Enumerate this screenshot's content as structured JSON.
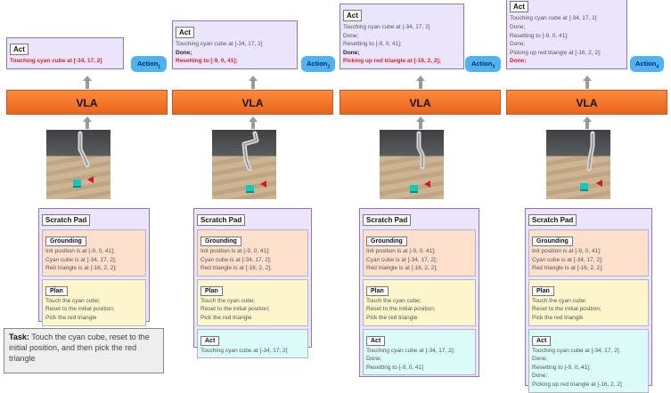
{
  "vla_label": "VLA",
  "scratch_pad_label": "Scratch Pad",
  "act_label": "Act",
  "grounding_label": "Grounding",
  "plan_label": "Plan",
  "task": {
    "label": "Task:",
    "text": "Touch the cyan cube, reset to the initial position, and then pick the red triangle"
  },
  "grounding_lines": [
    "Init position is at [-9, 0, 41];",
    "Cyan cube is at [-34, 17, 2];",
    "Red triangle is at [-16, 2, 2];"
  ],
  "plan_lines": [
    "Touch the cyan cube;",
    "Reset to the initial position;",
    "Pick the red triangle"
  ],
  "steps": [
    {
      "action_label": "Action",
      "action_index": "1",
      "act_lines": [
        {
          "text": "Touching cyan cube at [-34, 17, 2]",
          "style": "hl"
        }
      ],
      "pad_act_lines": []
    },
    {
      "action_label": "Action",
      "action_index": "2",
      "act_lines": [
        {
          "text": "Touching cyan cube at [-34, 17, 2]",
          "style": "normal"
        },
        {
          "text": "Done;",
          "style": "dn"
        },
        {
          "text": "Resetting to [-9, 0, 41];",
          "style": "hl"
        }
      ],
      "pad_act_lines": [
        "Touching cyan cube at [-34, 17, 2]"
      ]
    },
    {
      "action_label": "Action",
      "action_index": "3",
      "act_lines": [
        {
          "text": "Touching cyan cube at [-34, 17, 2]",
          "style": "normal"
        },
        {
          "text": "Done;",
          "style": "normal"
        },
        {
          "text": "Resetting to [-9, 0, 41];",
          "style": "normal"
        },
        {
          "text": "Done;",
          "style": "dn"
        },
        {
          "text": "Picking up red triangle at [-16, 2, 2];",
          "style": "hl"
        }
      ],
      "pad_act_lines": [
        "Touching cyan cube at [-34, 17, 2];",
        "Done;",
        "Resetting to [-9, 0, 41]"
      ]
    },
    {
      "action_label": "Action",
      "action_index": "4",
      "act_lines": [
        {
          "text": "Touching cyan cube at [-34, 17, 2]",
          "style": "normal"
        },
        {
          "text": "Done;",
          "style": "normal"
        },
        {
          "text": "Resetting to [-9, 0, 41];",
          "style": "normal"
        },
        {
          "text": "Done;",
          "style": "normal"
        },
        {
          "text": "Picking up red triangle at [-16, 2, 2];",
          "style": "normal"
        },
        {
          "text": "Done;",
          "style": "hl"
        }
      ],
      "pad_act_lines": [
        "Touching cyan cube at [-34, 17, 2];",
        "Done;",
        "Resetting to [-9, 0, 41];",
        "Done;",
        "Picking up red triangle at [-16, 2, 2]"
      ]
    }
  ],
  "colors": {
    "vla": "#ee6f24",
    "action_pill": "#4db3f3",
    "highlight": "#e02020",
    "act_box": "#ece4fb",
    "grounding": "#fce0cc",
    "plan": "#fdf6cc",
    "pad_act": "#dbfbf8"
  }
}
